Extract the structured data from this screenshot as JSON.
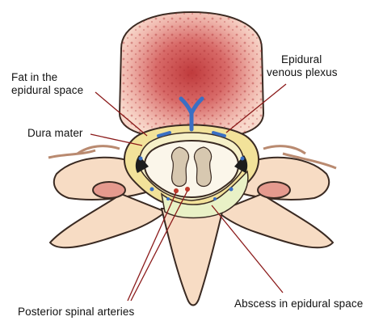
{
  "labels": {
    "fat_line1": "Fat in the",
    "fat_line2": "epidural space",
    "venous_line1": "Epidural",
    "venous_line2": "venous plexus",
    "dura": "Dura mater",
    "arteries": "Posterior spinal arteries",
    "abscess": "Abscess in epidural space"
  },
  "colors": {
    "bone": "#f7dcc4",
    "bone_outline": "#3a2a22",
    "vertebral_body_spots": "#c94a4a",
    "fat": "#f2e29a",
    "vein": "#3a6fc4",
    "artery": "#c0392b",
    "leader_line": "#8b1a1a",
    "abscess": "#e9f1c6"
  }
}
